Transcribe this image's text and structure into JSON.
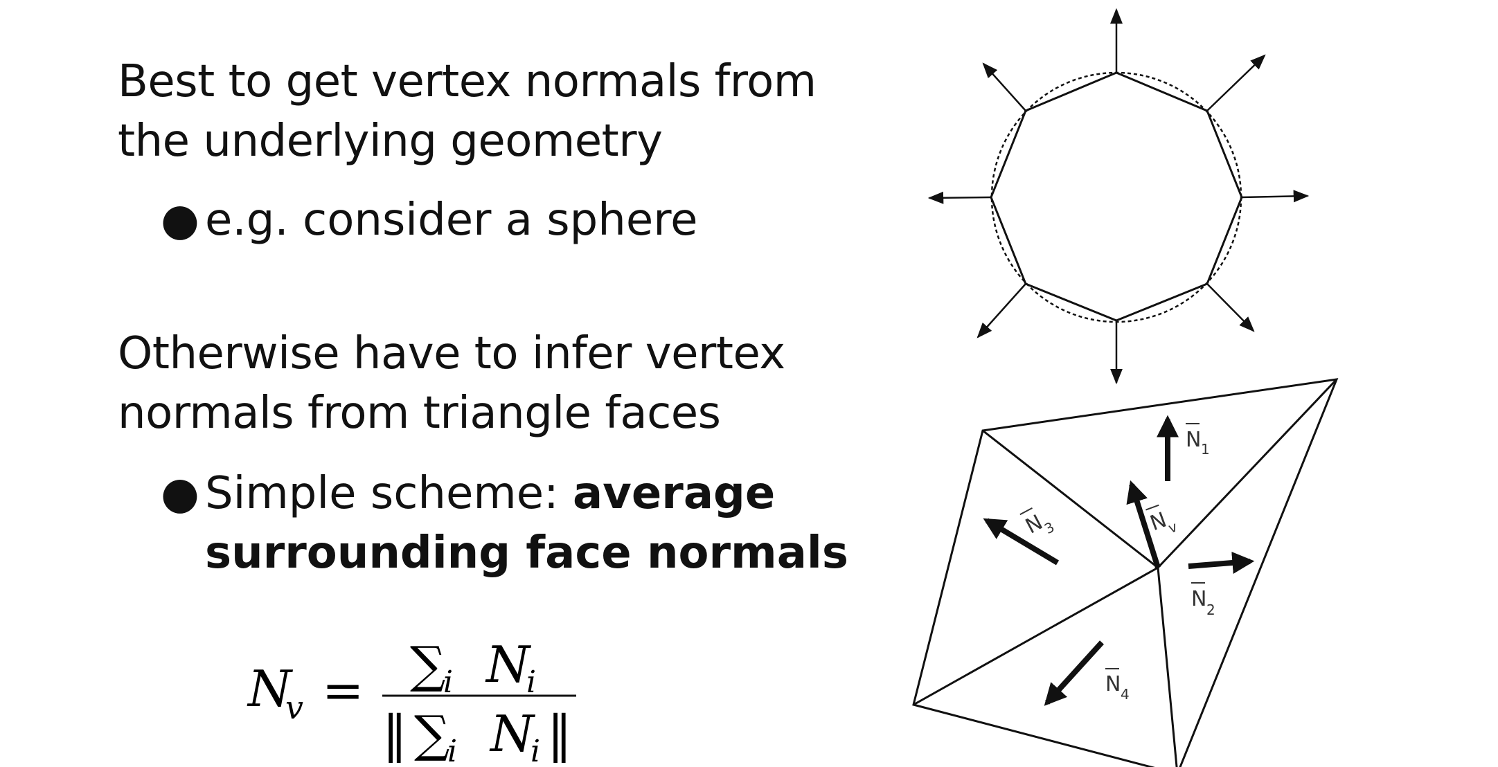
{
  "slide": {
    "para1": {
      "line1": "Best to get vertex normals from",
      "line2": "the underlying geometry"
    },
    "bullet1": {
      "text": "e.g. consider a sphere"
    },
    "para2": {
      "line1": "Otherwise have to infer vertex",
      "line2": "normals from triangle faces"
    },
    "bullet2": {
      "prefix": "Simple scheme: ",
      "bold1": "average",
      "bold2": "surrounding face normals"
    },
    "formula": {
      "lhs": "N",
      "lhs_sub": "v",
      "equals": "=",
      "numerator": "∑",
      "sub_i": "i",
      "N": "N",
      "norm_left": "‖",
      "norm_right": "‖"
    }
  },
  "diagram": {
    "labels": {
      "n1": {
        "letter": "N",
        "sub": "1"
      },
      "n2": {
        "letter": "N",
        "sub": "2"
      },
      "n3": {
        "letter": "N",
        "sub": "3"
      },
      "n4": {
        "letter": "N",
        "sub": "4"
      },
      "nv": {
        "letter": "N",
        "sub": "v"
      }
    }
  }
}
